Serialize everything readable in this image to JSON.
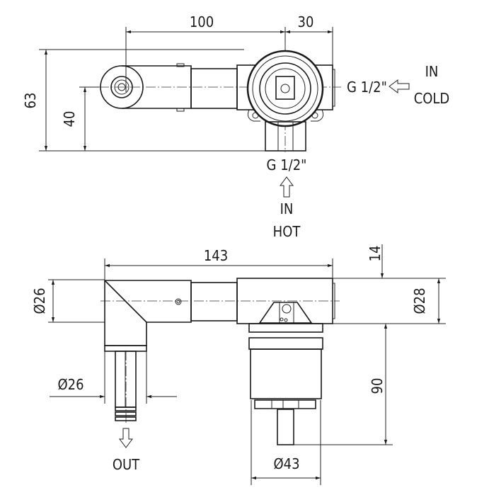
{
  "top_view": {
    "dim_length": "100",
    "dim_offset": "30",
    "dim_height": "63",
    "dim_axis": "40",
    "cold_thread": "G 1/2\"",
    "cold_label_1": "IN",
    "cold_label_2": "COLD",
    "hot_thread": "G 1/2\"",
    "hot_label_1": "IN",
    "hot_label_2": "HOT"
  },
  "side_view": {
    "dim_length": "143",
    "dim_top": "14",
    "dim_dia_left": "Ø26",
    "dim_dia_right": "Ø28",
    "dim_dia_outlet": "Ø26",
    "dim_depth": "90",
    "dim_dia_cartridge": "Ø43",
    "out_label": "OUT"
  }
}
